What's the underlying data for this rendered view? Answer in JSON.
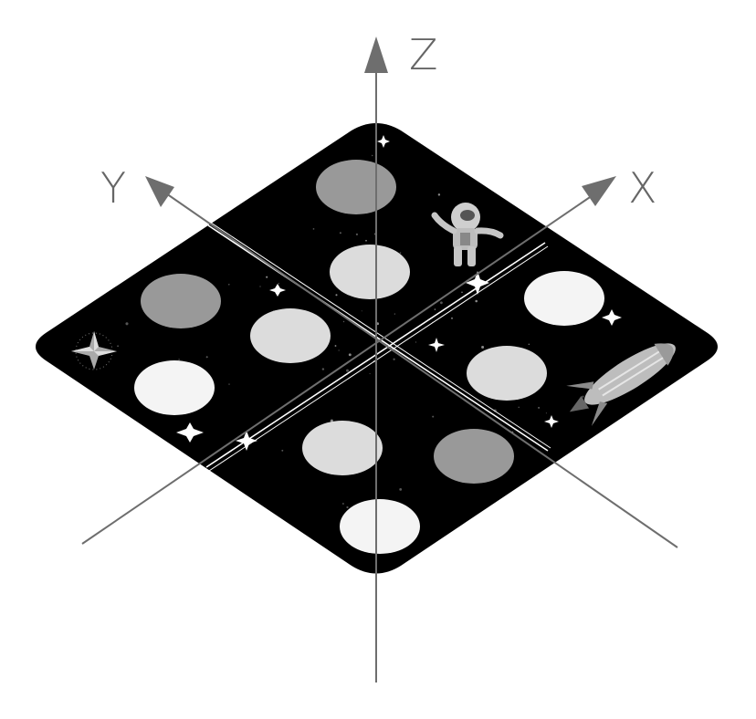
{
  "colors": {
    "board": "#000000",
    "axis": "#6e6e6e",
    "axis_label": "#666666",
    "divider": "#ffffff",
    "disc_dark": "#999999",
    "disc_light": "#dcdcdc",
    "disc_white": "#f4f4f4"
  },
  "axes": {
    "x_label": "X",
    "y_label": "Y",
    "z_label": "Z"
  },
  "board": {
    "description_icons": [
      "star-icon",
      "astronaut-icon",
      "rocket-icon",
      "compass-star-icon"
    ]
  },
  "discs": [
    {
      "quadrant": "back",
      "shade": "dark"
    },
    {
      "quadrant": "back",
      "shade": "light"
    },
    {
      "quadrant": "left",
      "shade": "dark"
    },
    {
      "quadrant": "left",
      "shade": "light"
    },
    {
      "quadrant": "left",
      "shade": "white"
    },
    {
      "quadrant": "right",
      "shade": "white"
    },
    {
      "quadrant": "right",
      "shade": "light"
    },
    {
      "quadrant": "front",
      "shade": "light"
    },
    {
      "quadrant": "front",
      "shade": "dark"
    },
    {
      "quadrant": "front",
      "shade": "white"
    }
  ]
}
